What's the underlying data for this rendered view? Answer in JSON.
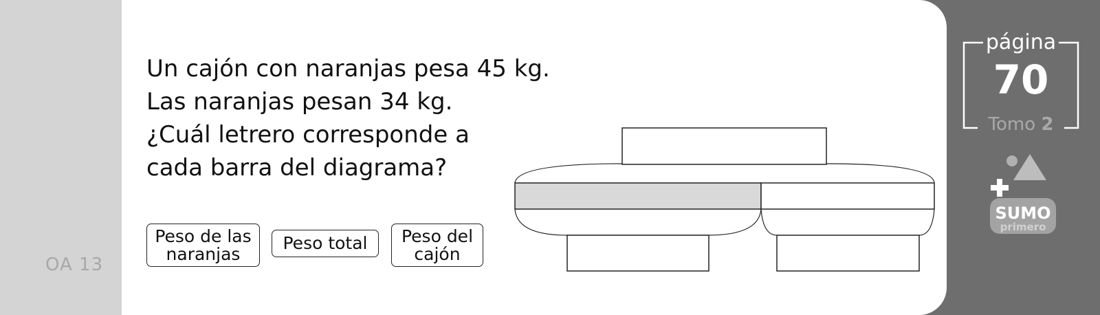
{
  "sidebar": {
    "oa_label": "OA 13"
  },
  "question": {
    "lines": [
      "Un cajón con naranjas pesa 45 kg.",
      "Las naranjas pesan 34 kg.",
      "¿Cuál letrero corresponde a",
      "cada barra del diagrama?"
    ]
  },
  "options": [
    {
      "label": "Peso de las\nnaranjas"
    },
    {
      "label": "Peso total"
    },
    {
      "label": "Peso del\ncajón"
    }
  ],
  "diagram": {
    "shaded_bar_fill": "#d9d9d9",
    "blank_label_boxes": 3
  },
  "page_info": {
    "word": "página",
    "number": "70",
    "tomo_label": "Tomo",
    "tomo_number": "2"
  },
  "logo": {
    "line1": "SUMO",
    "line2": "primero"
  },
  "colors": {
    "background_gray": "#d4d4d4",
    "right_panel": "#6e6e6e",
    "card": "#ffffff"
  }
}
